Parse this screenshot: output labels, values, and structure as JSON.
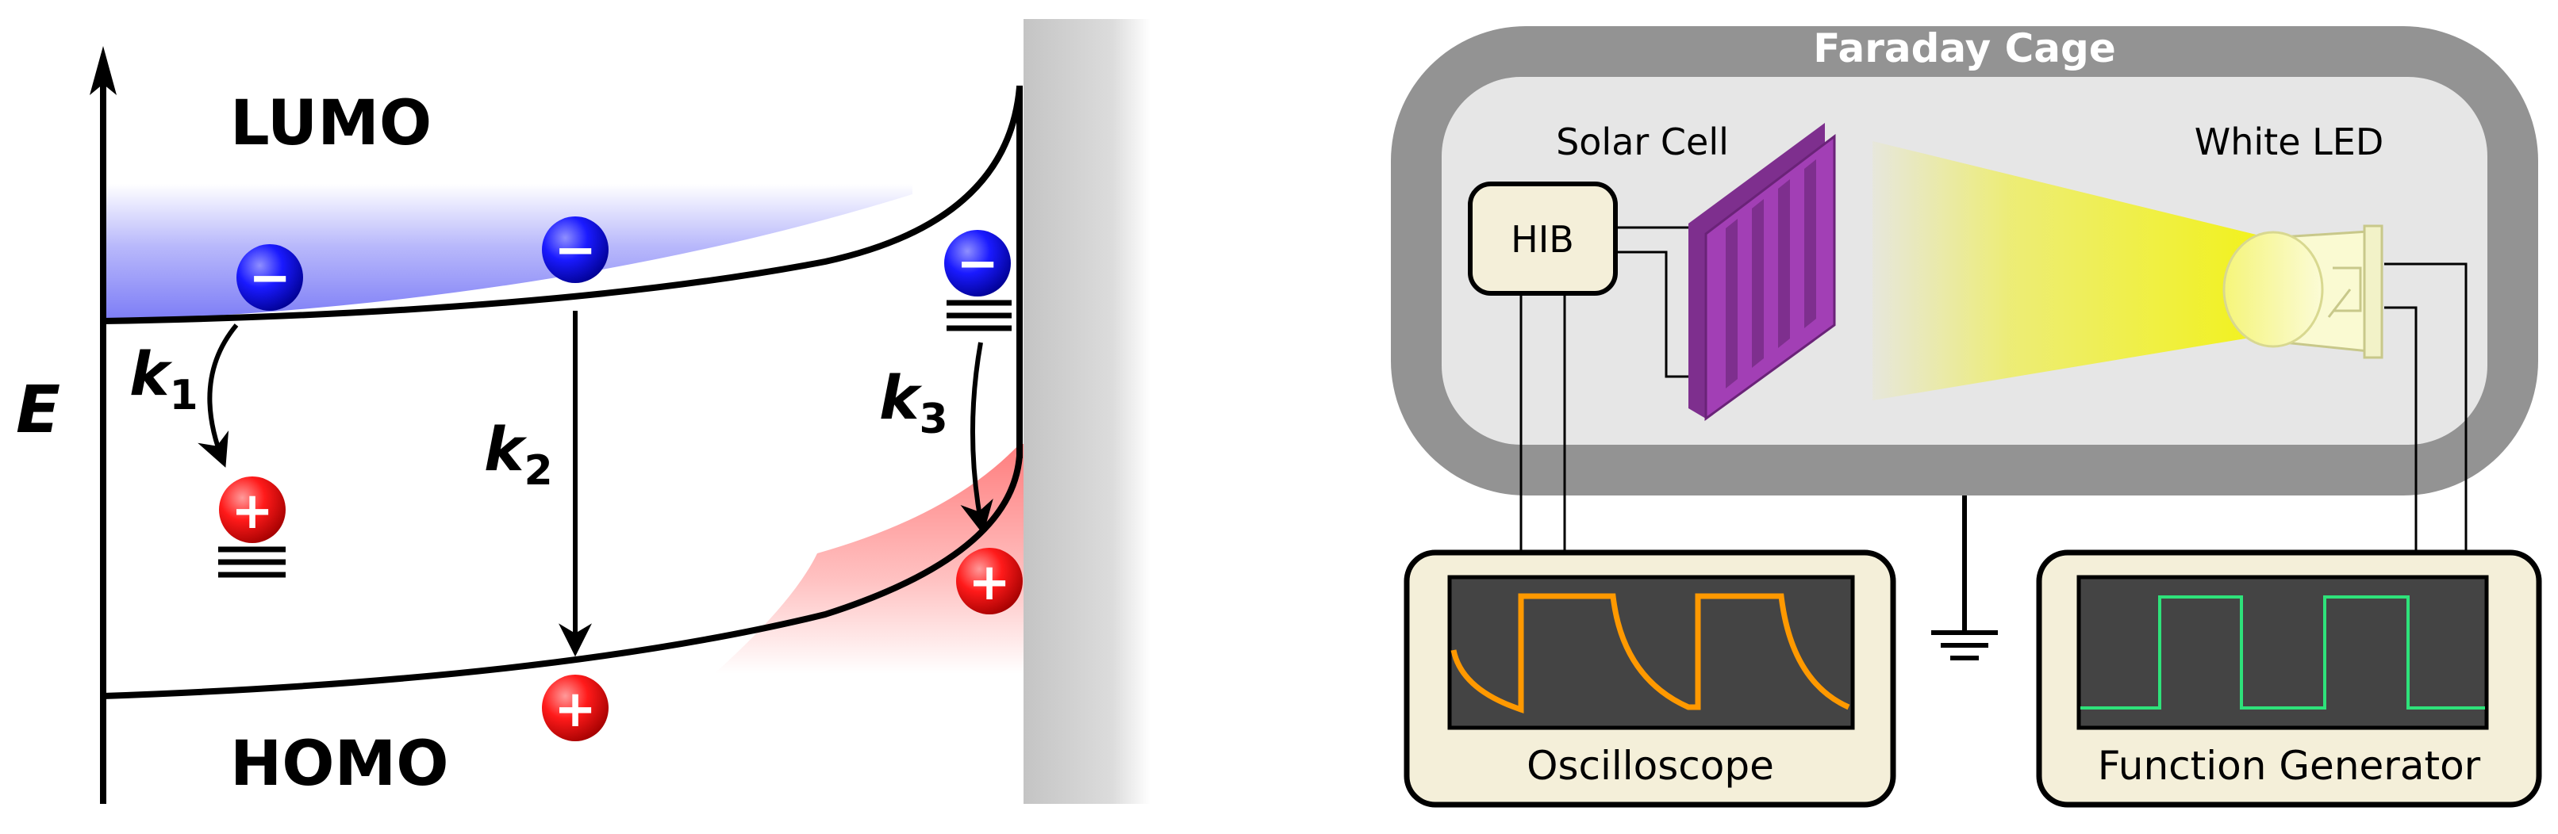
{
  "band_diagram": {
    "axis_label": "E",
    "lumo_label": "LUMO",
    "homo_label": "HOMO",
    "rates": [
      {
        "symbol": "k",
        "subscript": "1"
      },
      {
        "symbol": "k",
        "subscript": "2"
      },
      {
        "symbol": "k",
        "subscript": "3"
      }
    ],
    "electron_sign": "−",
    "hole_sign": "+",
    "colors": {
      "electron": "#1a1aff",
      "hole": "#ff1a1a",
      "electron_cloud": "#8c8cff",
      "hole_cloud": "#ff8c8c",
      "electrode": "#c8c8c8"
    }
  },
  "setup": {
    "cage_label": "Faraday Cage",
    "solar_cell_label": "Solar Cell",
    "led_label": "White LED",
    "hib_label": "HIB",
    "oscilloscope_label": "Oscilloscope",
    "function_generator_label": "Function Generator",
    "colors": {
      "cage_frame": "#939393",
      "cage_inner": "#e6e6e6",
      "instrument_fill": "#f4efd9",
      "screen": "#444444",
      "osc_trace": "#ff9900",
      "fg_trace": "#2ee27a",
      "solar_cell": "#a23fb5",
      "light_beam": "#f2f21a"
    }
  }
}
